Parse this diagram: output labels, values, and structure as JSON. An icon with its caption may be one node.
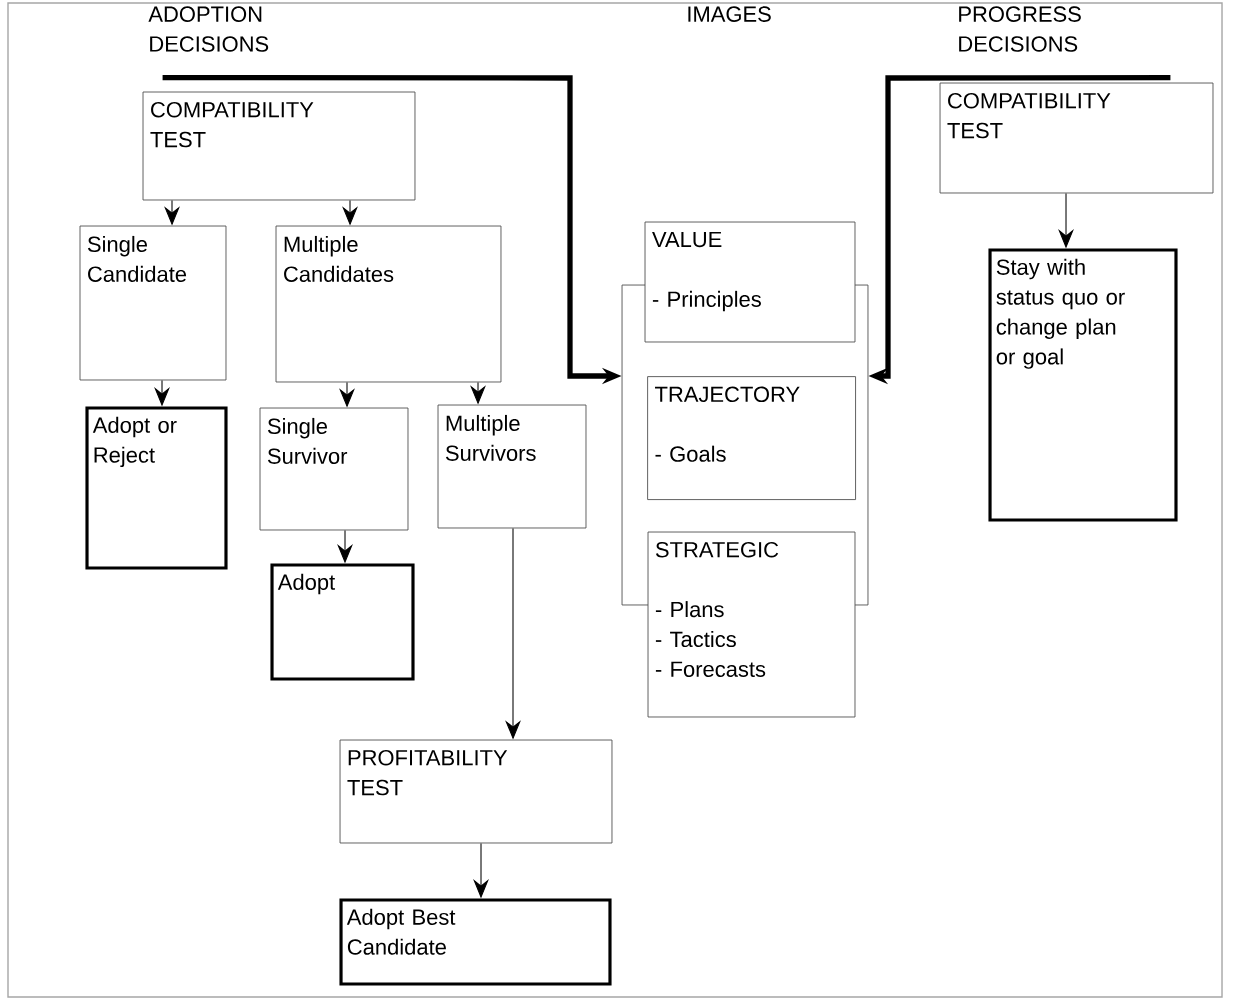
{
  "diagram": {
    "nodes": [
      {
        "text": [
          "COMPATIBILITY TEST"
        ]
      },
      {
        "text": [
          "Single Candidate"
        ]
      },
      {
        "text": [
          "Multiple Candidates"
        ]
      },
      {
        "text": [
          "Adopt or Reject"
        ]
      },
      {
        "text": [
          "Single Survivor"
        ]
      },
      {
        "text": [
          "Multiple Survivors"
        ]
      },
      {
        "text": [
          "Adopt"
        ]
      },
      {
        "text": [
          "PROFITABILITY TEST"
        ]
      },
      {
        "text": [
          "Adopt Best Candidate"
        ]
      },
      {
        "text": [],
        "shape": "box"
      },
      {
        "text": [
          "VALUE",
          "- Principles"
        ]
      },
      {
        "text": [
          "TRAJECTORY",
          "- Goals"
        ],
        "in": 9
      },
      {
        "text": [
          "STRATEGIC",
          "- Plans",
          "- Tactics",
          "- Forecasts"
        ]
      },
      {
        "text": [
          "COMPATIBILITY TEST"
        ]
      },
      {
        "text": [
          "Stay with status quo or change plan or goal"
        ]
      }
    ],
    "edges": [
      {
        "from": 0,
        "to": 1,
        "arrow": "to"
      },
      {
        "from": 0,
        "to": 2,
        "arrow": "to"
      },
      {
        "from": 1,
        "to": 3,
        "arrow": "to"
      },
      {
        "from": 2,
        "to": 4,
        "arrow": "to"
      },
      {
        "from": 2,
        "to": 5,
        "arrow": "to"
      },
      {
        "from": 4,
        "to": 6,
        "arrow": "to"
      },
      {
        "from": 5,
        "to": 7,
        "arrow": "to"
      },
      {
        "from": 7,
        "to": 8,
        "arrow": "to"
      },
      {
        "from": 13,
        "to": 14,
        "arrow": "to"
      },
      {
        "from": 0,
        "to": 9,
        "arrow": "to",
        "style": "thick"
      },
      {
        "from": 13,
        "to": 9,
        "arrow": "to",
        "style": "thick"
      }
    ],
    "labels": [
      "ADOPTION DECISIONS",
      "IMAGES",
      "PROGRESS DECISIONS"
    ]
  }
}
